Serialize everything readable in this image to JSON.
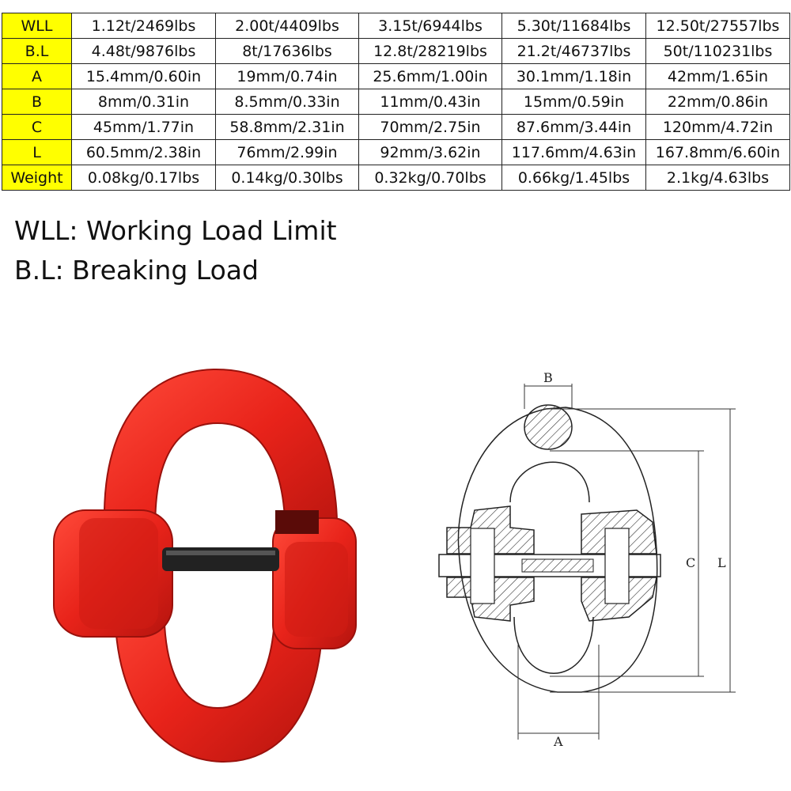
{
  "spec_table": {
    "rows": [
      {
        "label": "WLL",
        "cells": [
          "1.12t/2469lbs",
          "2.00t/4409lbs",
          "3.15t/6944lbs",
          "5.30t/11684lbs",
          "12.50t/27557lbs"
        ]
      },
      {
        "label": "B.L",
        "cells": [
          "4.48t/9876lbs",
          "8t/17636lbs",
          "12.8t/28219lbs",
          "21.2t/46737lbs",
          "50t/110231lbs"
        ]
      },
      {
        "label": "A",
        "cells": [
          "15.4mm/0.60in",
          "19mm/0.74in",
          "25.6mm/1.00in",
          "30.1mm/1.18in",
          "42mm/1.65in"
        ]
      },
      {
        "label": "B",
        "cells": [
          "8mm/0.31in",
          "8.5mm/0.33in",
          "11mm/0.43in",
          "15mm/0.59in",
          "22mm/0.86in"
        ]
      },
      {
        "label": "C",
        "cells": [
          "45mm/1.77in",
          "58.8mm/2.31in",
          "70mm/2.75in",
          "87.6mm/3.44in",
          "120mm/4.72in"
        ]
      },
      {
        "label": "L",
        "cells": [
          "60.5mm/2.38in",
          "76mm/2.99in",
          "92mm/3.62in",
          "117.6mm/4.63in",
          "167.8mm/6.60in"
        ]
      },
      {
        "label": "Weight",
        "cells": [
          "0.08kg/0.17lbs",
          "0.14kg/0.30lbs",
          "0.32kg/0.70lbs",
          "0.66kg/1.45lbs",
          "2.1kg/4.63lbs"
        ]
      }
    ]
  },
  "legend": {
    "wll": "WLL: Working Load Limit",
    "bl": "B.L: Breaking Load"
  },
  "diagram": {
    "label_a": "A",
    "label_b": "B",
    "label_c": "C",
    "label_l": "L"
  },
  "colors": {
    "header_fill": "#ffff00",
    "link_red": "#e8231a",
    "pin_black": "#222222"
  }
}
